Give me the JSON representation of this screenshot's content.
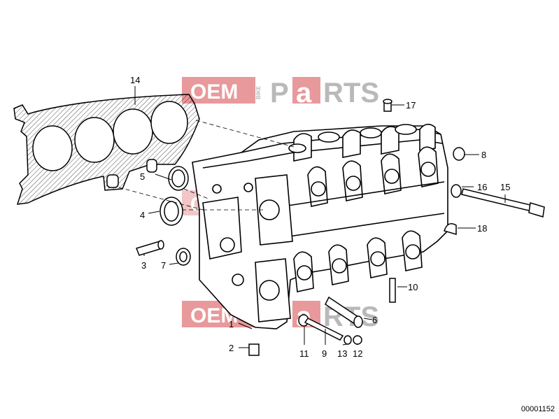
{
  "watermark": {
    "brand_left": "OEM",
    "brand_vertical": "BIKE",
    "brand_right_1": "P",
    "brand_right_2": "a",
    "brand_right_3": "RTS",
    "box_color": "#e8999b",
    "text_color": "#ffffff",
    "gray_color": "#b9b9b9"
  },
  "callouts": [
    {
      "id": "1",
      "label": "1"
    },
    {
      "id": "2",
      "label": "2"
    },
    {
      "id": "3",
      "label": "3"
    },
    {
      "id": "4",
      "label": "4"
    },
    {
      "id": "5",
      "label": "5"
    },
    {
      "id": "6",
      "label": "6"
    },
    {
      "id": "7",
      "label": "7"
    },
    {
      "id": "8",
      "label": "8"
    },
    {
      "id": "9",
      "label": "9"
    },
    {
      "id": "10",
      "label": "10"
    },
    {
      "id": "11",
      "label": "11"
    },
    {
      "id": "12",
      "label": "12"
    },
    {
      "id": "13",
      "label": "13"
    },
    {
      "id": "14",
      "label": "14"
    },
    {
      "id": "15",
      "label": "15"
    },
    {
      "id": "16",
      "label": "16"
    },
    {
      "id": "17",
      "label": "17"
    },
    {
      "id": "18",
      "label": "18"
    }
  ],
  "diagram_ref": "00001152"
}
